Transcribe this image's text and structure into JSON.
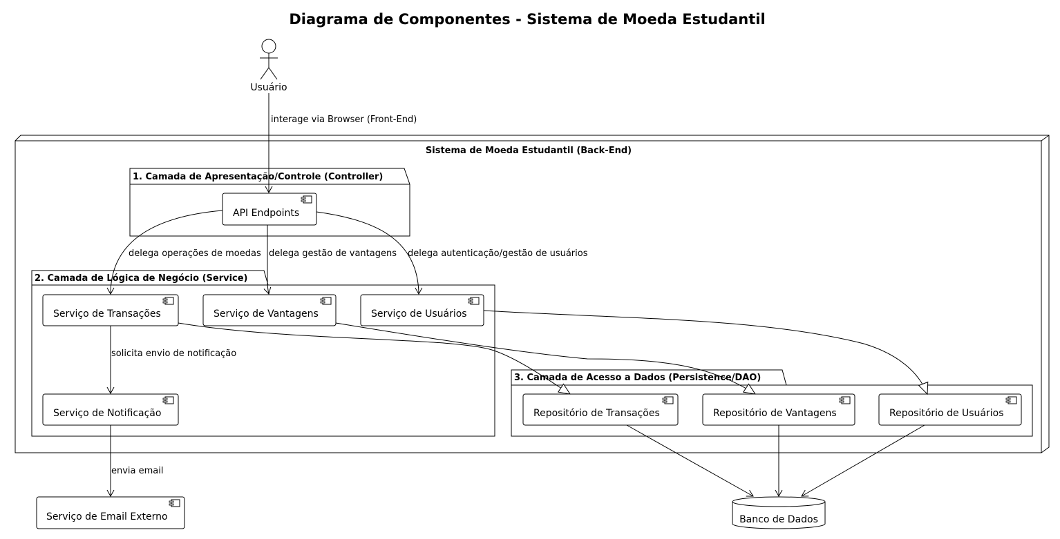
{
  "title": "Diagrama de Componentes - Sistema de Moeda Estudantil",
  "actor": {
    "label": "Usuário"
  },
  "node": {
    "label": "Sistema de Moeda Estudantil (Back-End)"
  },
  "packages": {
    "controller": {
      "label": "1. Camada de Apresentação/Controle (Controller)"
    },
    "service": {
      "label": "2. Camada de Lógica de Negócio (Service)"
    },
    "persistence": {
      "label": "3. Camada de Acesso a Dados (Persistence/DAO)"
    }
  },
  "components": {
    "api": "API Endpoints",
    "svc_transacoes": "Serviço de Transações",
    "svc_vantagens": "Serviço de Vantagens",
    "svc_usuarios": "Serviço de Usuários",
    "svc_notificacao": "Serviço de Notificação",
    "repo_transacoes": "Repositório de Transações",
    "repo_vantagens": "Repositório de Vantagens",
    "repo_usuarios": "Repositório de Usuários",
    "email_externo": "Serviço de Email Externo",
    "banco": "Banco de Dados"
  },
  "edge_labels": {
    "user_api": "interage via Browser (Front-End)",
    "api_transacoes": "delega operações de moedas",
    "api_vantagens": "delega gestão de vantagens",
    "api_usuarios": "delega autenticação/gestão de usuários",
    "transacoes_notificacao": "solicita envio de notificação",
    "notificacao_email": "envia email"
  }
}
